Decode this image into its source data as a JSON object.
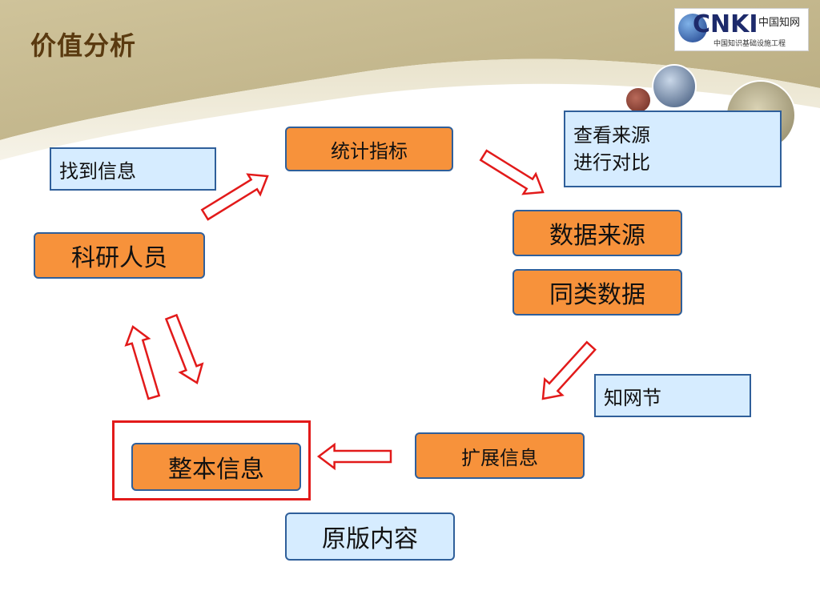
{
  "slide": {
    "title": "价值分析",
    "logo": {
      "big": "CNKI",
      "small": "中国知网",
      "sub": "中国知识基础设施工程"
    }
  },
  "diagram": {
    "nodes": {
      "tongji": "统计指标",
      "keyan": "科研人员",
      "shuju": "数据来源",
      "tonglei": "同类数据",
      "kuozhan": "扩展信息",
      "zhengben": "整本信息",
      "yuanban": "原版内容"
    },
    "notes": {
      "zhaodao": "找到信息",
      "chakan_1": "查看来源",
      "chakan_2": "进行对比",
      "zhiwang": "知网节"
    }
  },
  "colors": {
    "node_fill": "#f7923b",
    "node_border": "#2f5f9a",
    "note_fill": "#d6ecff",
    "arrow": "#e21a1a",
    "title": "#5a3a10"
  }
}
